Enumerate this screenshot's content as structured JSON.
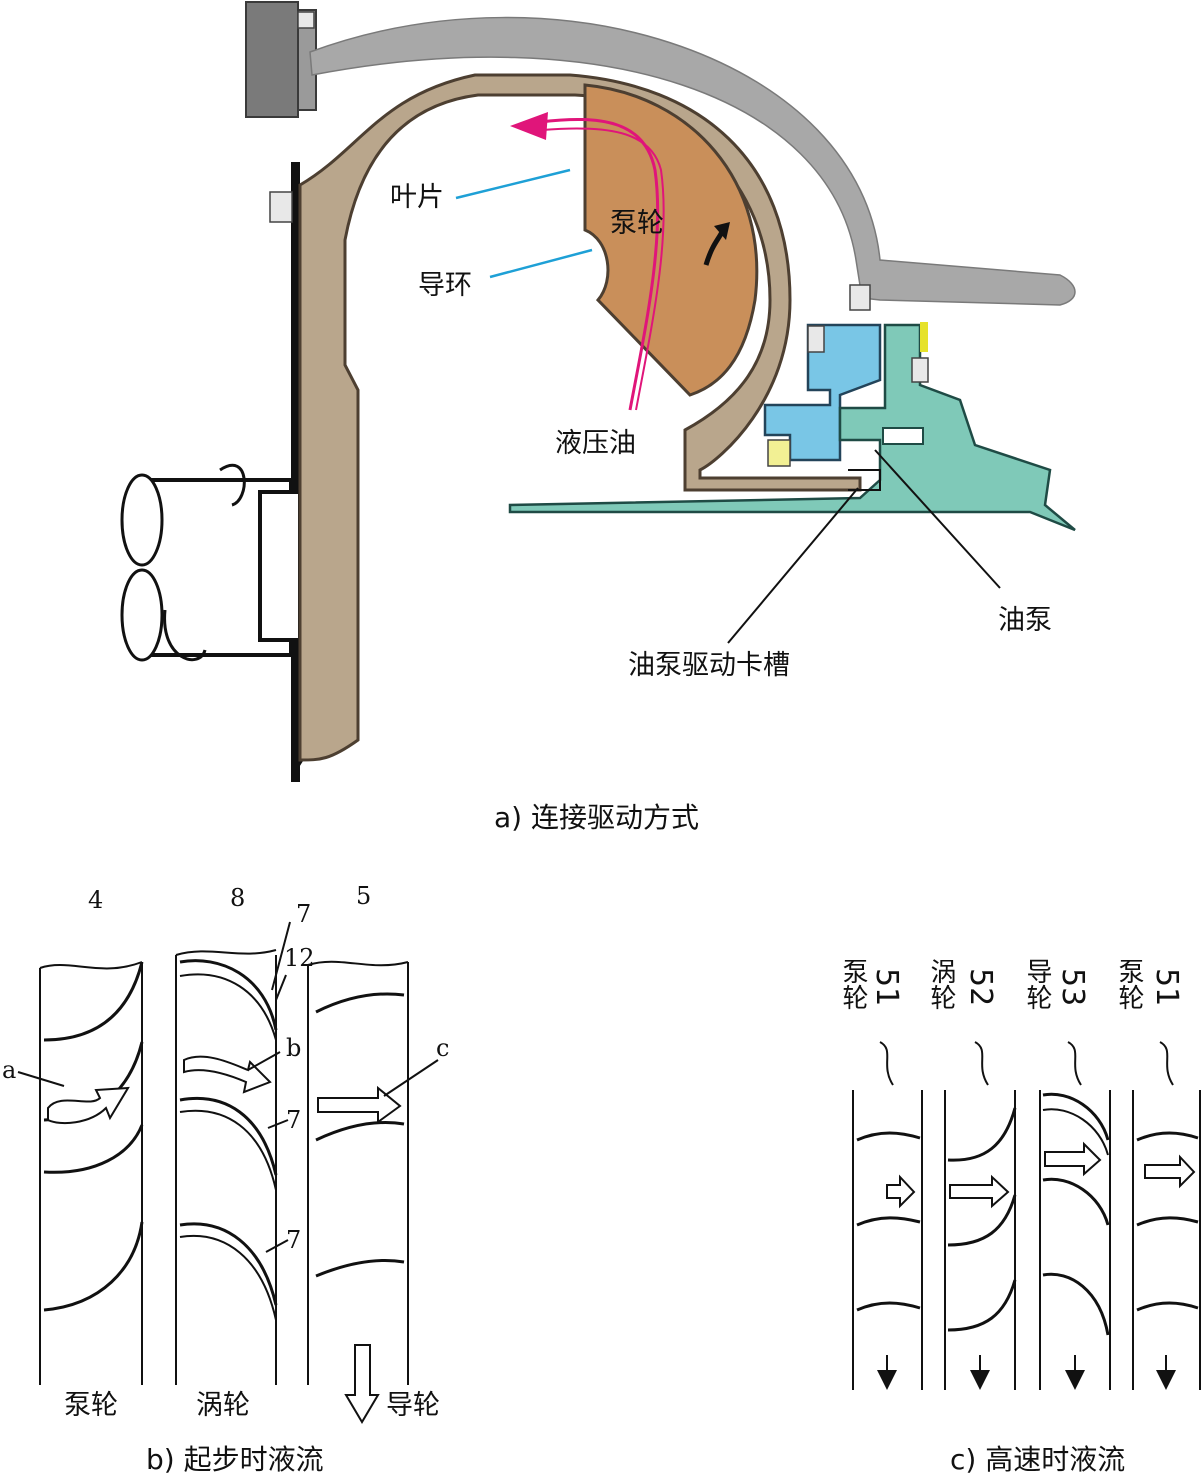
{
  "colors": {
    "casing": "#b9a68c",
    "casing_edge": "#5a4b3a",
    "impeller": "#c98f5a",
    "bracket": "#a4a4a4",
    "pump_blue": "#79c6e6",
    "pump_teal": "#7fc9b8",
    "flow_arrow": "#e0157a",
    "leader_blue": "#1ea0d6",
    "yellow_mark": "#e6e22a"
  },
  "figure_a": {
    "caption": "a) 连接驱动方式",
    "labels": {
      "blade": "叶片",
      "guide_ring": "导环",
      "pump_wheel": "泵轮",
      "hydraulic_oil": "液压油",
      "oil_pump": "油泵",
      "pump_drive_slot": "油泵驱动卡槽"
    }
  },
  "figure_b": {
    "caption": "b) 起步时液流",
    "numbers": {
      "n4": "4",
      "n8": "8",
      "n7a": "7",
      "n12": "12",
      "n5": "5",
      "n7b": "7",
      "n7c": "7"
    },
    "letters": {
      "a": "a",
      "b": "b",
      "c": "c"
    },
    "panel_labels": {
      "pump": "泵轮",
      "turbine": "涡轮",
      "stator": "导轮"
    }
  },
  "figure_c": {
    "caption": "c) 高速时液流",
    "columns": [
      {
        "number": "51",
        "name": "泵轮"
      },
      {
        "number": "52",
        "name": "涡轮"
      },
      {
        "number": "53",
        "name": "导轮"
      },
      {
        "number": "51",
        "name": "泵轮"
      }
    ]
  }
}
